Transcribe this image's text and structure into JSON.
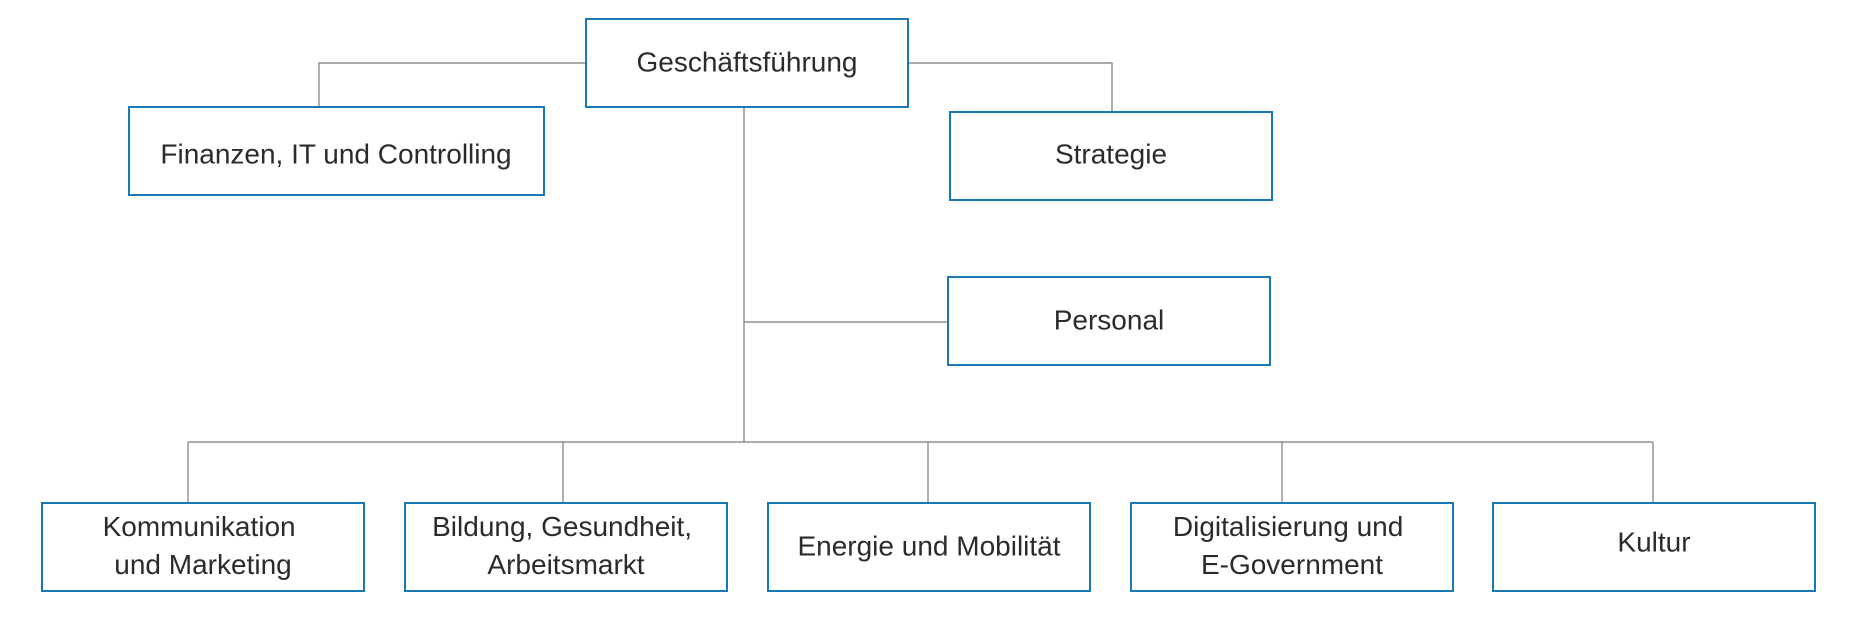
{
  "org": {
    "head": "Geschäftsführung",
    "finance": "Finanzen, IT und Controlling",
    "strategy": "Strategie",
    "personnel": "Personal",
    "communication": [
      "Kommunikation",
      "und Marketing"
    ],
    "education": [
      "Bildung, Gesundheit,",
      "Arbeitsmarkt"
    ],
    "energy": "Energie und Mobilität",
    "digital": [
      "Digitalisierung und",
      "E-Government"
    ],
    "culture": "Kultur"
  },
  "colors": {
    "box_border": "#1a78b4",
    "connector": "#7a7a7a",
    "text": "#2b2b2b"
  }
}
